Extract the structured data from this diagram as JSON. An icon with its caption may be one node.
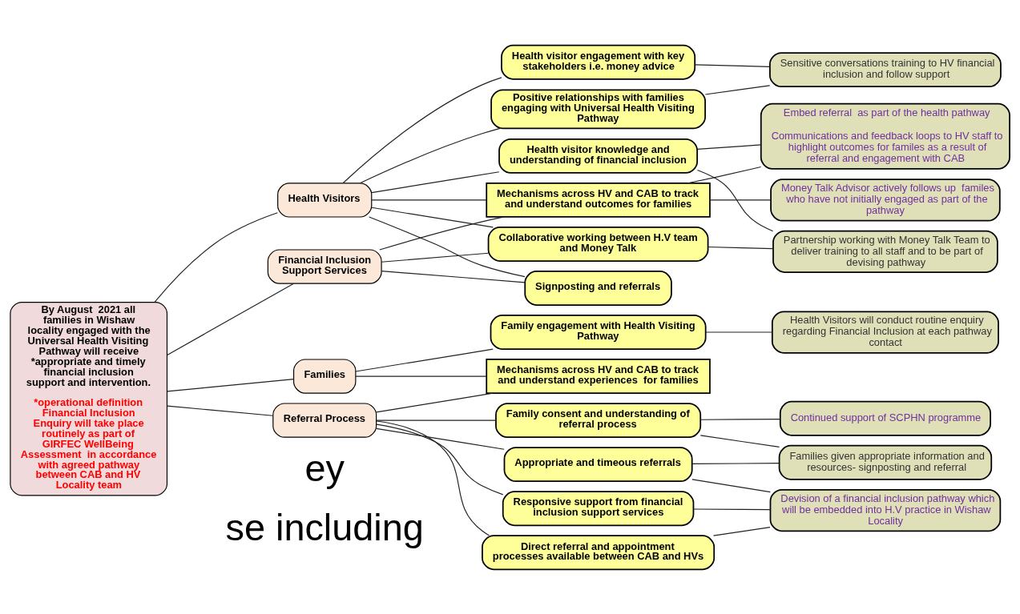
{
  "diagram": {
    "nodes": [
      {
        "text": [
          "By August  2021 all families in Wishaw locality engaged with the Universal Health Visiting Pathway will receive *appropriate and timely financial inclusion support and intervention.",
          "*operational definition Financial Inclusion Enquiry will take place routinely as part of GIRFEC WellBeing Assessment  in accordance with agreed pathway between CAB and HV Locality team"
        ]
      },
      {
        "text": [
          "Health Visitors"
        ]
      },
      {
        "text": [
          "Financial Inclusion Support Services"
        ]
      },
      {
        "text": [
          "Families"
        ]
      },
      {
        "text": [
          "Referral Process"
        ]
      },
      {
        "text": [
          "Health visitor engagement with key stakeholders i.e. money advice"
        ]
      },
      {
        "text": [
          "Positive relationships with families engaging with Universal Health Visiting Pathway"
        ]
      },
      {
        "text": [
          "Health visitor knowledge and understanding of financial inclusion"
        ]
      },
      {
        "text": [
          "Mechanisms across HV and CAB to track and understand outcomes for families"
        ]
      },
      {
        "text": [
          "Collaborative working between H.V team and Money Talk"
        ]
      },
      {
        "text": [
          "Signposting and referrals"
        ]
      },
      {
        "text": [
          "Family engagement with Health Visiting Pathway"
        ]
      },
      {
        "text": [
          "Mechanisms across HV and CAB to track and understand experiences  for families"
        ]
      },
      {
        "text": [
          "Family consent and understanding of referral process"
        ]
      },
      {
        "text": [
          "Appropriate and timeous referrals"
        ]
      },
      {
        "text": [
          "Responsive support from financial inclusion support services"
        ]
      },
      {
        "text": [
          "Direct referral and appointment processes available between CAB and HVs"
        ]
      },
      {
        "text": [
          "Sensitive conversations training to HV financial inclusion and follow support"
        ]
      },
      {
        "text": [
          "Embed referral  as part of the health pathway",
          "Communications and feedback loops to HV staff to highlight outcomes for familes as a result of referral and engagement with CAB"
        ]
      },
      {
        "text": [
          "Partnership working with Money Talk Team to deliver training to all staff and to be part of devising pathway"
        ]
      },
      {
        "text": [
          "Money Talk Advisor actively follows up  familes who have not initially engaged as part of the pathway"
        ]
      },
      {
        "text": [
          "Health Visitors will conduct routine enquiry regarding Financial Inclusion at each pathway contact"
        ]
      },
      {
        "text": [
          "Continued support of SCPHN programme"
        ]
      },
      {
        "text": [
          "Families given appropriate information and resources- signposting and referral"
        ]
      },
      {
        "text": [
          "Devision of a financial inclusion pathway which will be embedded into H.V practice in Wishaw Locality"
        ]
      }
    ],
    "edges": [
      {
        "from": 0,
        "to": 1,
        "arrow": "none"
      },
      {
        "from": 0,
        "to": 2,
        "arrow": "none"
      },
      {
        "from": 0,
        "to": 3,
        "arrow": "none"
      },
      {
        "from": 0,
        "to": 4,
        "arrow": "none"
      },
      {
        "from": 1,
        "to": 5,
        "arrow": "none"
      },
      {
        "from": 1,
        "to": 6,
        "arrow": "none"
      },
      {
        "from": 1,
        "to": 7,
        "arrow": "none"
      },
      {
        "from": 1,
        "to": 8,
        "arrow": "none"
      },
      {
        "from": 1,
        "to": 9,
        "arrow": "none"
      },
      {
        "from": 1,
        "to": 10,
        "arrow": "none"
      },
      {
        "from": 2,
        "to": 8,
        "arrow": "none"
      },
      {
        "from": 2,
        "to": 9,
        "arrow": "none"
      },
      {
        "from": 2,
        "to": 10,
        "arrow": "none"
      },
      {
        "from": 3,
        "to": 11,
        "arrow": "none"
      },
      {
        "from": 3,
        "to": 12,
        "arrow": "none"
      },
      {
        "from": 4,
        "to": 12,
        "arrow": "none"
      },
      {
        "from": 4,
        "to": 13,
        "arrow": "none"
      },
      {
        "from": 4,
        "to": 14,
        "arrow": "none"
      },
      {
        "from": 4,
        "to": 15,
        "arrow": "none"
      },
      {
        "from": 4,
        "to": 16,
        "arrow": "none"
      },
      {
        "from": 5,
        "to": 17,
        "arrow": "none"
      },
      {
        "from": 6,
        "to": 17,
        "arrow": "none"
      },
      {
        "from": 7,
        "to": 18,
        "arrow": "none"
      },
      {
        "from": 7,
        "to": 19,
        "arrow": "none"
      },
      {
        "from": 8,
        "to": 18,
        "arrow": "none"
      },
      {
        "from": 8,
        "to": 20,
        "arrow": "none"
      },
      {
        "from": 9,
        "to": 19,
        "arrow": "none"
      },
      {
        "from": 11,
        "to": 21,
        "arrow": "none"
      },
      {
        "from": 13,
        "to": 22,
        "arrow": "none"
      },
      {
        "from": 13,
        "to": 23,
        "arrow": "none"
      },
      {
        "from": 14,
        "to": 23,
        "arrow": "none"
      },
      {
        "from": 14,
        "to": 24,
        "arrow": "none"
      },
      {
        "from": 15,
        "to": 24,
        "arrow": "none"
      },
      {
        "from": 16,
        "to": 24,
        "arrow": "none"
      }
    ],
    "labels": [
      "ey",
      "se including"
    ]
  }
}
